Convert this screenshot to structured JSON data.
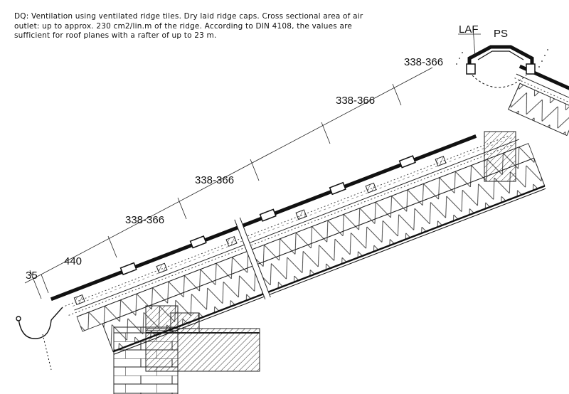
{
  "note": "DQ: Ventilation using ventilated ridge tiles. Dry laid ridge caps. Cross sectional area of air outlet: up to approx. 230 cm2/lin.m of the ridge. According to DIN 4108, the values are sufficient for roof planes with a rafter of up to 23 m.",
  "dimensions": {
    "eave_overhang": "35",
    "first_batten": "440",
    "gauge_1": "338-366",
    "gauge_2": "338-366",
    "gauge_3": "338-366",
    "gauge_4": "338-366"
  },
  "labels": {
    "laf": "LAF",
    "ps": "PS"
  }
}
